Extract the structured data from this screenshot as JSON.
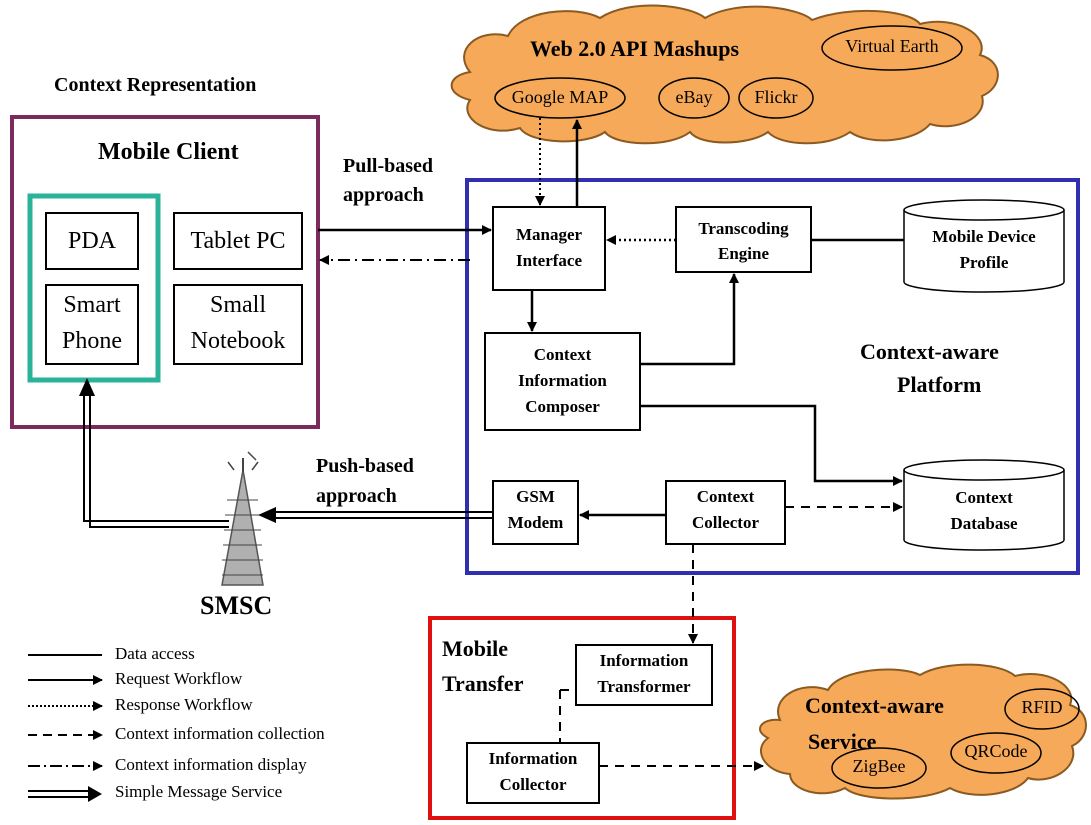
{
  "context_representation": "Context Representation",
  "mobile_client": {
    "title": "Mobile Client",
    "devices": {
      "pda": "PDA",
      "tablet_pc": "Tablet PC",
      "smart_phone": [
        "Smart",
        "Phone"
      ],
      "small_notebook": [
        "Small",
        "Notebook"
      ]
    }
  },
  "pull_based": [
    "Pull-based",
    "approach"
  ],
  "push_based": [
    "Push-based",
    "approach"
  ],
  "web_cloud": {
    "title": "Web 2.0 API Mashups",
    "services": [
      "Virtual Earth",
      "Google MAP",
      "eBay",
      "Flickr"
    ]
  },
  "platform": {
    "title": [
      "Context-aware",
      "Platform"
    ],
    "manager_interface": [
      "Manager",
      "Interface"
    ],
    "transcoding_engine": [
      "Transcoding",
      "Engine"
    ],
    "mobile_device_profile": [
      "Mobile Device",
      "Profile"
    ],
    "context_info_composer": [
      "Context",
      "Information",
      "Composer"
    ],
    "gsm_modem": [
      "GSM",
      "Modem"
    ],
    "context_collector": [
      "Context",
      "Collector"
    ],
    "context_database": [
      "Context",
      "Database"
    ]
  },
  "smsc": "SMSC",
  "mobile_transfer": {
    "title": [
      "Mobile",
      "Transfer"
    ],
    "information_transformer": [
      "Information",
      "Transformer"
    ],
    "information_collector": [
      "Information",
      "Collector"
    ]
  },
  "service_cloud": {
    "title": [
      "Context-aware",
      "Service"
    ],
    "items": [
      "RFID",
      "QRCode",
      "ZigBee"
    ]
  },
  "legend": [
    "Data access",
    "Request Workflow",
    "Response Workflow",
    "Context information collection",
    "Context information display",
    "Simple Message Service"
  ],
  "colors": {
    "mobile_client_border": "#7a2a5c",
    "device_group_border": "#2bb39a",
    "platform_border": "#2f2fb0",
    "transfer_border": "#e01010",
    "cloud_fill": "#f7a95a"
  }
}
